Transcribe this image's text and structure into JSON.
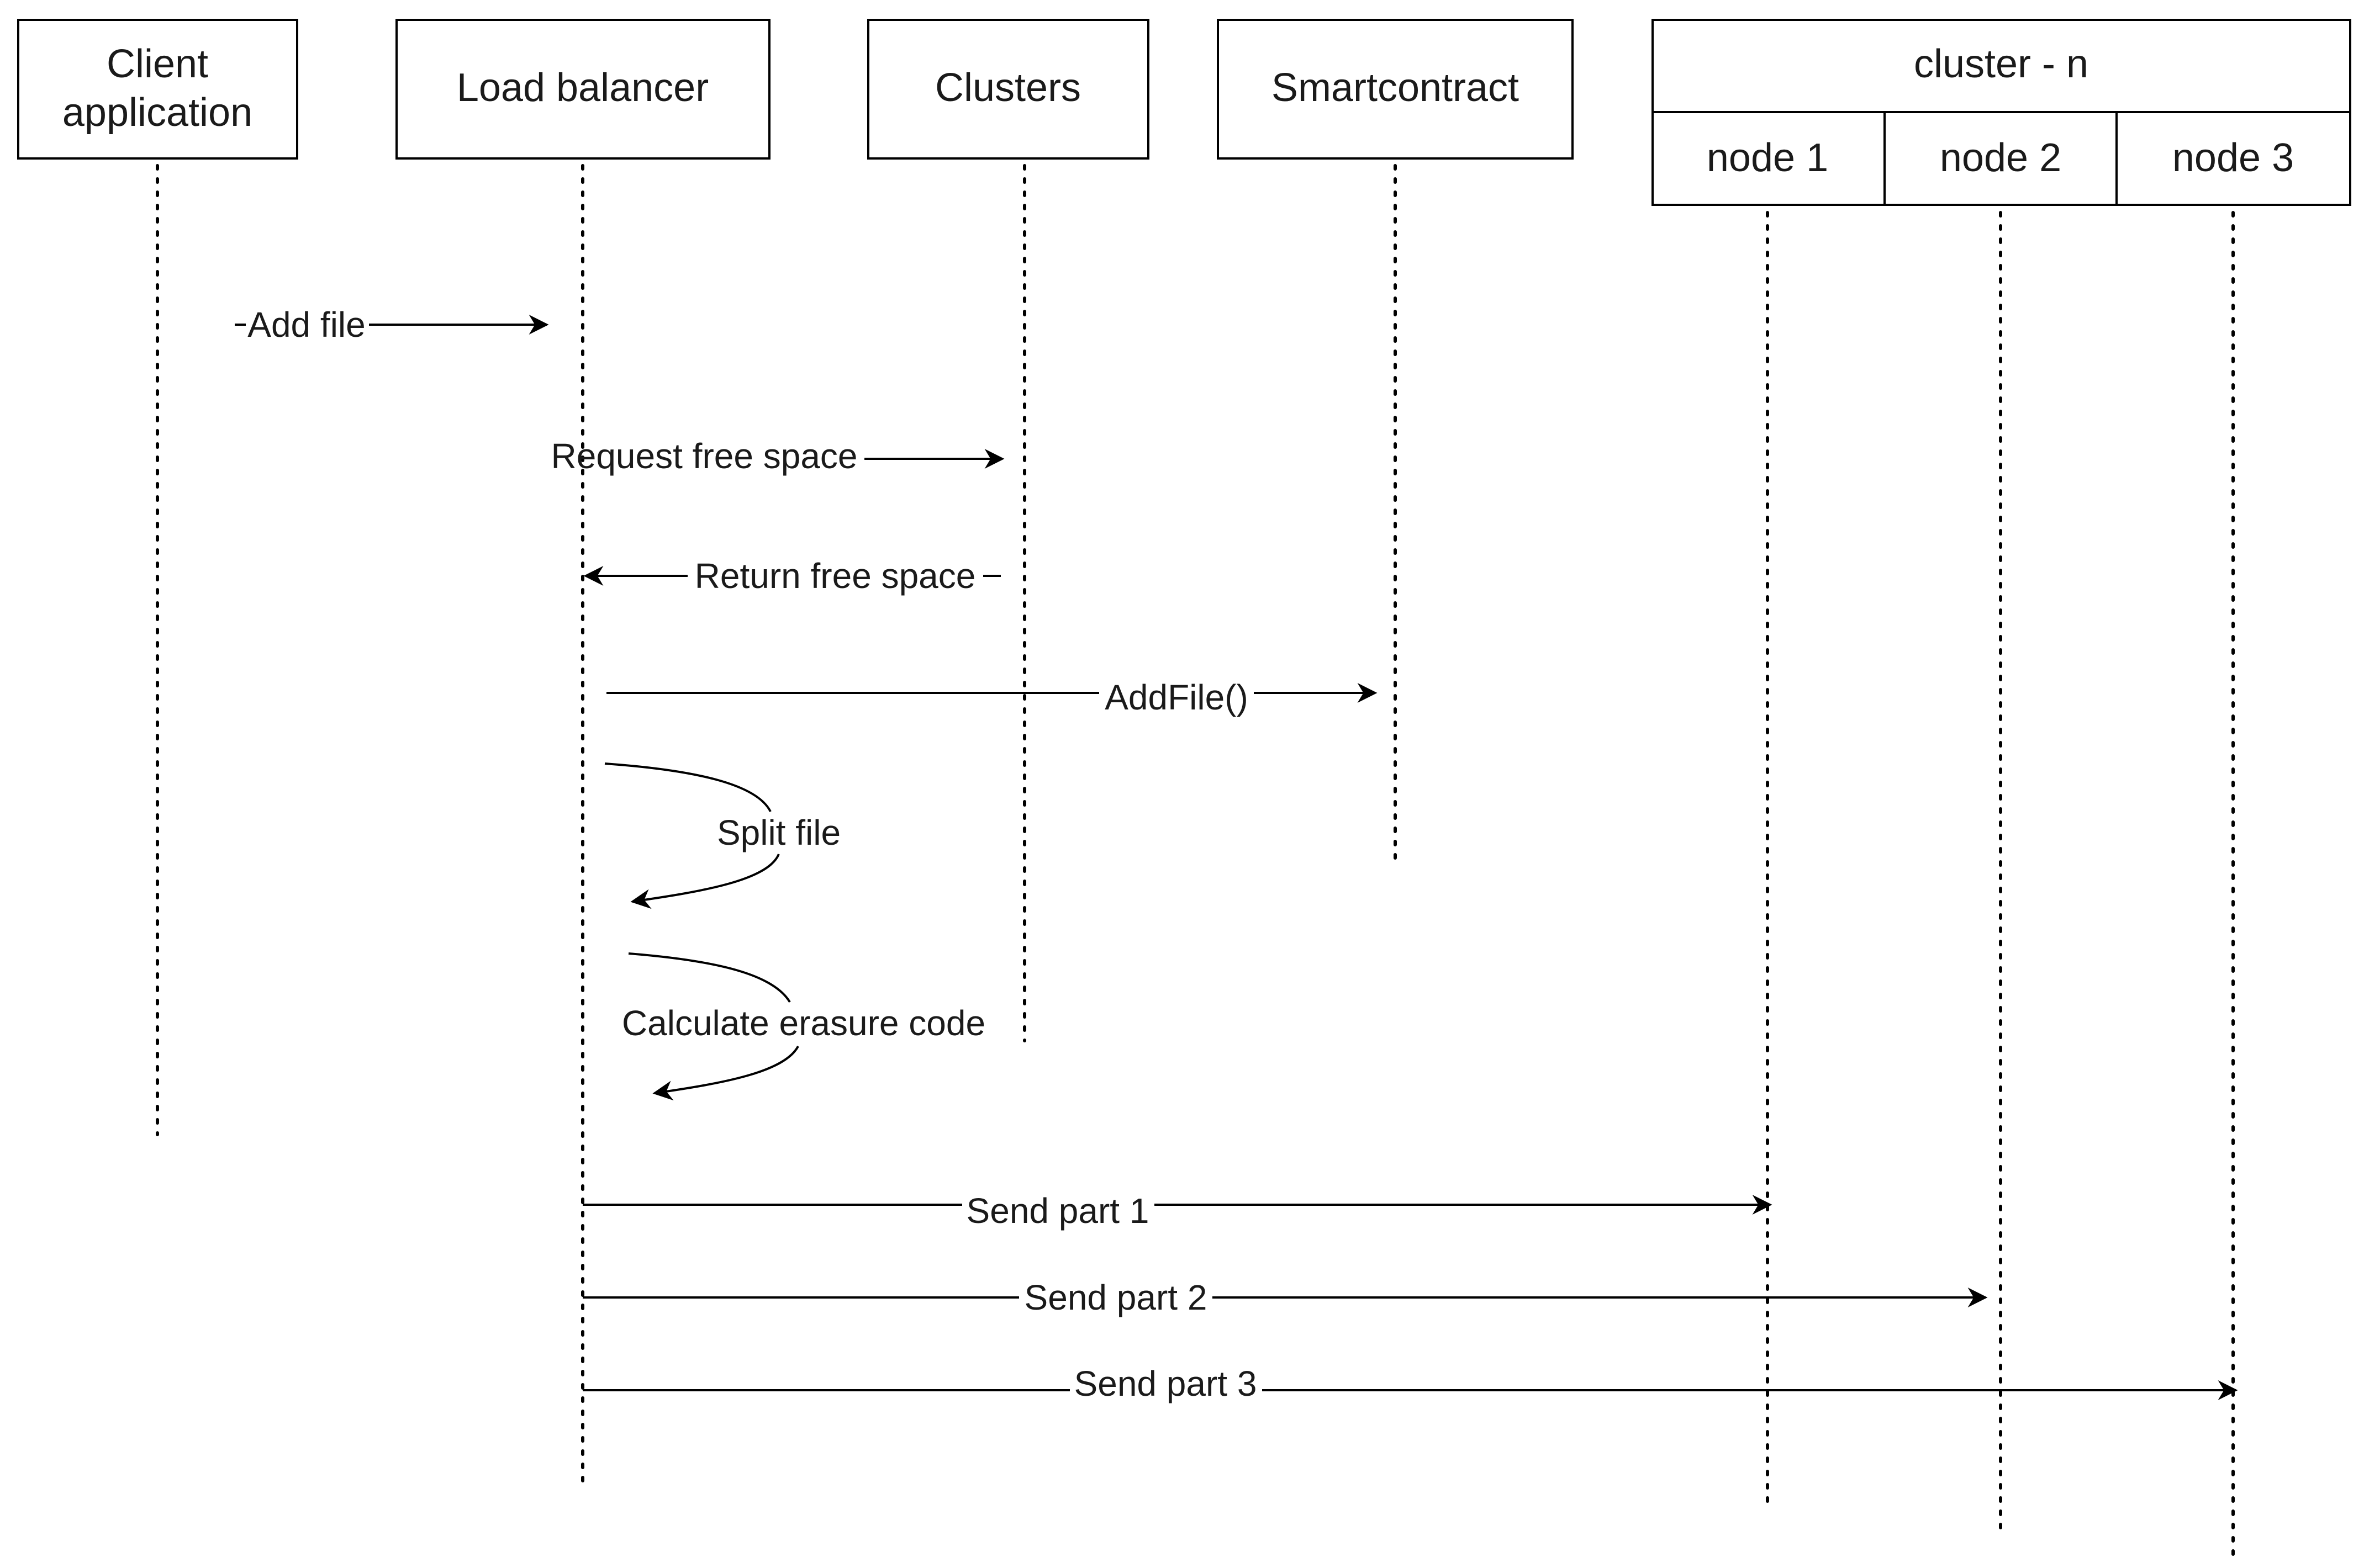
{
  "participants": {
    "client_line1": "Client",
    "client_line2": "application",
    "load_balancer": "Load balancer",
    "clusters": "Clusters",
    "smartcontract": "Smartcontract"
  },
  "cluster_group": {
    "title": "cluster - n",
    "nodes": [
      "node 1",
      "node 2",
      "node 3"
    ]
  },
  "messages": {
    "add_file": "Add file",
    "request_free_space": "Request free space",
    "return_free_space": "Return free space",
    "addfile_call": "AddFile()",
    "split_file": "Split file",
    "calculate_erasure_code": "Calculate erasure code",
    "send_part_1": "Send part 1",
    "send_part_2": "Send part 2",
    "send_part_3": "Send part 3"
  }
}
